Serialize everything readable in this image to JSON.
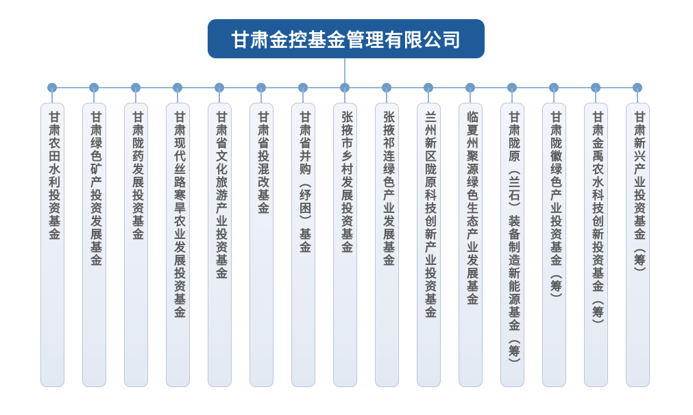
{
  "root": {
    "label": "甘肃金控基金管理有限公司"
  },
  "funds": [
    "甘肃农田水利投资基金",
    "甘肃绿色矿产投资发展基金",
    "甘肃陇药发展投资基金",
    "甘肃现代丝路寒旱农业发展投资基金",
    "甘肃省文化旅游产业投资基金",
    "甘肃省投混改基金",
    "甘肃省并购（纾困）基金",
    "张掖市乡村发展投资基金",
    "张掖祁连绿色产业发展基金",
    "兰州新区陇原科技创新产业投资基金",
    "临夏州聚源绿色生态产业发展基金",
    "甘肃陇原（兰石）装备制造新能源基金（筹）",
    "甘肃陇徽绿色产业投资基金（筹）",
    "甘肃金禹农水科技创新投资基金（筹）",
    "甘肃新兴产业投资基金（筹）"
  ],
  "colors": {
    "title_background": "#1f5b99",
    "title_text": "#ffffff",
    "box_background_top": "#f2f5fa",
    "box_background_bottom": "#e3e9f3",
    "box_border": "#bcc6d8",
    "box_text": "#595959",
    "connector_line": "#8fb4da",
    "connector_dot": "#6f9cc7",
    "canvas_background": "#ffffff"
  }
}
